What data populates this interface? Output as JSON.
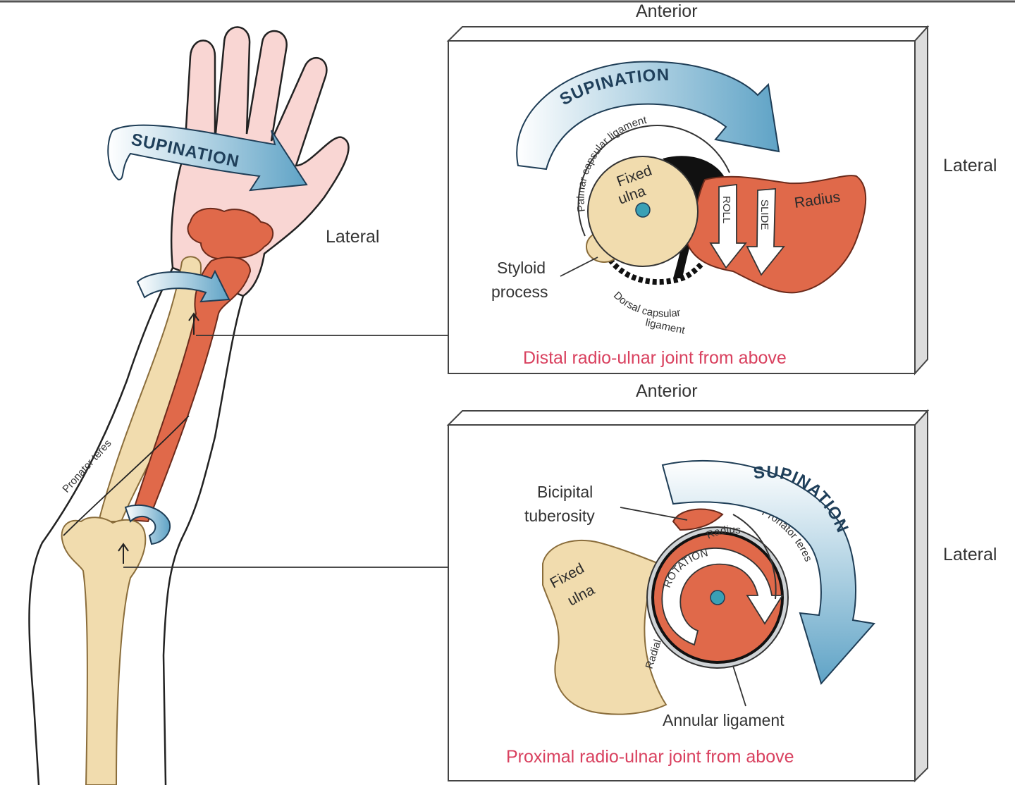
{
  "labels": {
    "anterior_top": "Anterior",
    "anterior_bottom": "Anterior",
    "lateral_arm": "Lateral",
    "lateral_top": "Lateral",
    "lateral_bottom": "Lateral",
    "supination_hand": "SUPINATION",
    "pronator_teres_arm": "Pronator teres"
  },
  "distal_panel": {
    "caption": "Distal radio-ulnar joint from above",
    "supination": "SUPINATION",
    "palmar_ligament": "Palmar capsular ligament",
    "fixed": "Fixed",
    "ulna": "ulna",
    "radius": "Radius",
    "roll": "ROLL",
    "slide": "SLIDE",
    "styloid_line1": "Styloid",
    "styloid_line2": "process",
    "dorsal_line1": "Dorsal capsular",
    "dorsal_line2": "ligament"
  },
  "proximal_panel": {
    "caption": "Proximal radio-ulnar joint from above",
    "supination": "SUPINATION",
    "bicipital_line1": "Bicipital",
    "bicipital_line2": "tuberosity",
    "fixed": "Fixed",
    "ulna": "ulna",
    "radial_notch": "Radial notch",
    "radius": "Radius",
    "rotation": "ROTATION",
    "pronator_teres": "Pronator teres",
    "annular_ligament": "Annular ligament"
  },
  "colors": {
    "bone": "#f1dcae",
    "radius": "#e0694a",
    "skin": "#f9d6d3",
    "arrow_blue": "#6aaac9",
    "caption": "#d9415f"
  }
}
